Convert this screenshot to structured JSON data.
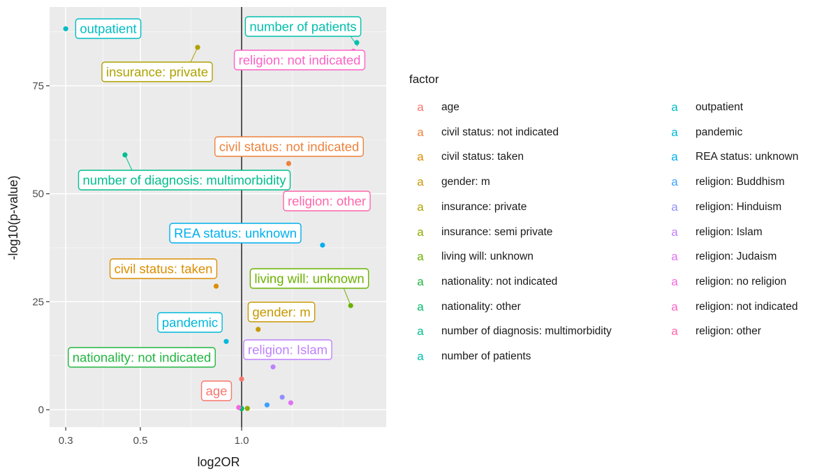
{
  "chart_data": {
    "type": "scatter",
    "title": "",
    "xlabel": "log2OR",
    "ylabel": "-log10(p-value)",
    "x_scale": "log2",
    "xlim": [
      0.27,
      2.75
    ],
    "ylim": [
      -4,
      93
    ],
    "x_ticks": [
      0.3,
      0.5,
      1.0
    ],
    "x_tick_labels": [
      "0.3",
      "0.5",
      "1.0"
    ],
    "x_minor_ticks": [
      0.3873,
      0.7071,
      1.414,
      2.0
    ],
    "y_ticks": [
      0,
      25,
      50,
      75
    ],
    "y_tick_labels": [
      "0",
      "25",
      "50",
      "75"
    ],
    "y_minor_ticks": [
      12.5,
      37.5,
      62.5,
      87.5
    ],
    "grid": true,
    "reference_line_x": 1.0,
    "legend_title": "factor",
    "legend_position": "right",
    "legend_key_glyph": "a",
    "points": [
      {
        "factor": "age",
        "x": 1.0,
        "y": 7.1,
        "color": "#F8766D",
        "labeled": true
      },
      {
        "factor": "civil status: not indicated",
        "x": 1.38,
        "y": 57.0,
        "color": "#EC823C",
        "labeled": true
      },
      {
        "factor": "civil status: taken",
        "x": 0.84,
        "y": 28.6,
        "color": "#DC8D00",
        "labeled": true
      },
      {
        "factor": "gender: m",
        "x": 1.12,
        "y": 18.6,
        "color": "#C79800",
        "labeled": true
      },
      {
        "factor": "insurance: private",
        "x": 0.74,
        "y": 83.9,
        "color": "#AEA200",
        "labeled": true
      },
      {
        "factor": "insurance: semi private",
        "x": 1.04,
        "y": 0.3,
        "color": "#90AA00",
        "labeled": false
      },
      {
        "factor": "living will: unknown",
        "x": 2.11,
        "y": 24.1,
        "color": "#6BB100",
        "labeled": true
      },
      {
        "factor": "nationality: not indicated",
        "x": 1.0,
        "y": 0.2,
        "color": "#22B640",
        "labeled": true
      },
      {
        "factor": "nationality: other",
        "x": 1.0,
        "y": 0.3,
        "color": "#00BB6B",
        "labeled": false
      },
      {
        "factor": "number of diagnosis: multimorbidity",
        "x": 0.45,
        "y": 59.0,
        "color": "#00BE8E",
        "labeled": true
      },
      {
        "factor": "number of patients",
        "x": 2.2,
        "y": 85.0,
        "color": "#00BFAC",
        "labeled": true
      },
      {
        "factor": "outpatient",
        "x": 0.3,
        "y": 88.2,
        "color": "#00BDC5",
        "labeled": true
      },
      {
        "factor": "pandemic",
        "x": 0.9,
        "y": 15.8,
        "color": "#00B8DB",
        "labeled": true
      },
      {
        "factor": "REA status: unknown",
        "x": 1.74,
        "y": 38.1,
        "color": "#00AFEE",
        "labeled": true
      },
      {
        "factor": "religion: Buddhism",
        "x": 1.19,
        "y": 1.1,
        "color": "#3DA1FF",
        "labeled": false
      },
      {
        "factor": "religion: Hinduism",
        "x": 1.32,
        "y": 2.9,
        "color": "#8F91FF",
        "labeled": false
      },
      {
        "factor": "religion: Islam",
        "x": 1.24,
        "y": 9.9,
        "color": "#BE80FF",
        "labeled": true
      },
      {
        "factor": "religion: Judaism",
        "x": 1.4,
        "y": 1.6,
        "color": "#E072F5",
        "labeled": false
      },
      {
        "factor": "religion: no religion",
        "x": 0.98,
        "y": 0.5,
        "color": "#F567E2",
        "labeled": false
      },
      {
        "factor": "religion: not indicated",
        "x": 2.15,
        "y": 83.0,
        "color": "#FD62C6",
        "labeled": true
      },
      {
        "factor": "religion: other",
        "x": 1.6,
        "y": 48.0,
        "color": "#FF65AA",
        "labeled": true
      }
    ]
  }
}
